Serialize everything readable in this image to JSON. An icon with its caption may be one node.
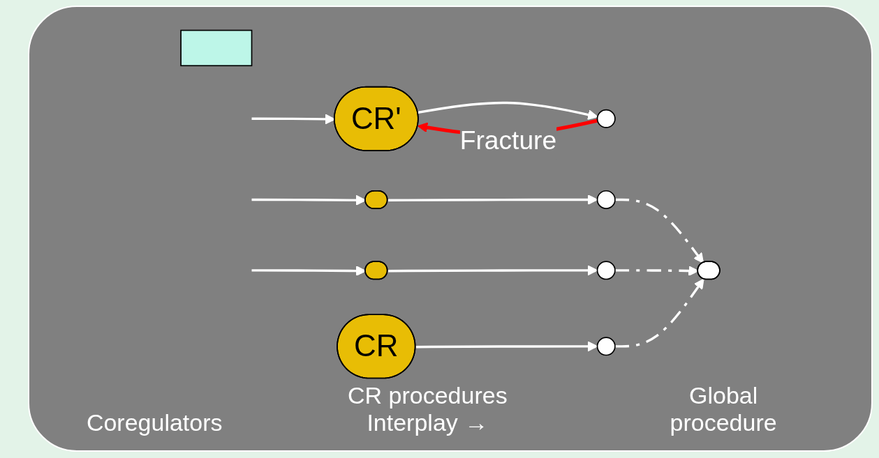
{
  "diagram": {
    "nodes": [
      {
        "text": [
          "CR'"
        ]
      },
      {
        "text": [],
        "shape": "ellipse"
      },
      {
        "text": [],
        "shape": "ellipse"
      },
      {
        "text": [
          "CR"
        ]
      },
      {
        "text": [],
        "shape": "circle"
      },
      {
        "text": [],
        "shape": "circle"
      },
      {
        "text": [],
        "shape": "circle"
      },
      {
        "text": [],
        "shape": "circle"
      },
      {
        "text": [],
        "shape": "box"
      },
      {
        "text": [],
        "shape": "ellipse"
      }
    ],
    "edges": [
      {
        "from": null,
        "to": 0,
        "arrow": "to"
      },
      {
        "from": null,
        "to": 1,
        "arrow": "to"
      },
      {
        "from": null,
        "to": 2,
        "arrow": "to"
      },
      {
        "from": 0,
        "to": 4,
        "arrow": "to"
      },
      {
        "from": 1,
        "to": 5,
        "arrow": "to"
      },
      {
        "from": 2,
        "to": 6,
        "arrow": "to"
      },
      {
        "from": 3,
        "to": 7,
        "arrow": "to"
      },
      {
        "from": 4,
        "to": 0,
        "arrow": "to",
        "label": "Fracture",
        "color": "#ff0000"
      },
      {
        "from": 5,
        "to": 9,
        "arrow": "to",
        "style": "dashed"
      },
      {
        "from": 6,
        "to": 9,
        "arrow": "to",
        "style": "dashed"
      },
      {
        "from": 7,
        "to": 9,
        "arrow": "to",
        "style": "dashed"
      }
    ],
    "labels": [
      "Coregulators",
      "CR procedures Interplay →",
      "Global procedure"
    ]
  }
}
